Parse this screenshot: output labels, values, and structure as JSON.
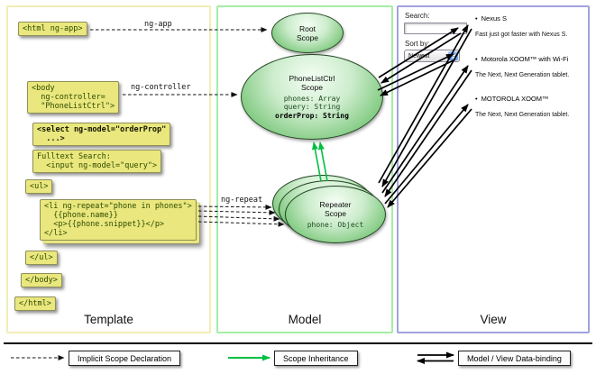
{
  "colors": {
    "code_box_bg": "#e9e77d",
    "template_border": "#f1eeb6",
    "model_border": "#a6eda6",
    "view_border": "#a2a2e0",
    "scope_fill_dark": "#56ac56",
    "inheritance_arrow_green": "#00c040",
    "select_stepper_blue": "#5f96ee"
  },
  "columns": {
    "template_label": "Template",
    "model_label": "Model",
    "view_label": "View"
  },
  "template_code": {
    "html_open": "<html ng-app>",
    "body_open": "<body\n  ng-controller=\n  \"PhoneListCtrl\">",
    "select": "<select ng-model=\"orderProp\"\n  ...>",
    "fulltext": "Fulltext Search:\n  <input ng-model=\"query\">",
    "ul_open": "<ul>",
    "li_repeat": "<li ng-repeat=\"phone in phones\">\n  {{phone.name}}\n  <p>{{phone.snippet}}</p>\n</li>",
    "ul_close": "</ul>",
    "body_close": "</body>",
    "html_close": "</html>"
  },
  "arrows": {
    "ng_app_label": "ng-app",
    "ng_controller_label": "ng-controller",
    "ng_repeat_label": "ng-repeat"
  },
  "scopes": {
    "root_title": "Root\nScope",
    "phonelist_title": "PhoneListCtrl\nScope",
    "phonelist_props": "phones: Array\nquery: String",
    "phonelist_bold_prop": "orderProp: String",
    "repeater_title": "Repeater\nScope",
    "repeater_prop": "phone: Object"
  },
  "view": {
    "search_label": "Search:",
    "sort_label": "Sort by:",
    "sort_value": "Newest",
    "bullet": "•",
    "items": [
      {
        "name": "Nexus S",
        "snippet": "Fast just got faster with Nexus S."
      },
      {
        "name": "Motorola XOOM™ with Wi-Fi",
        "snippet": "The Next, Next Generation tablet."
      },
      {
        "name": "MOTOROLA XOOM™",
        "snippet": "The Next, Next Generation tablet."
      }
    ]
  },
  "legend": {
    "implicit": "Implicit Scope Declaration",
    "inheritance": "Scope Inheritance",
    "databinding": "Model / View Data-binding"
  }
}
